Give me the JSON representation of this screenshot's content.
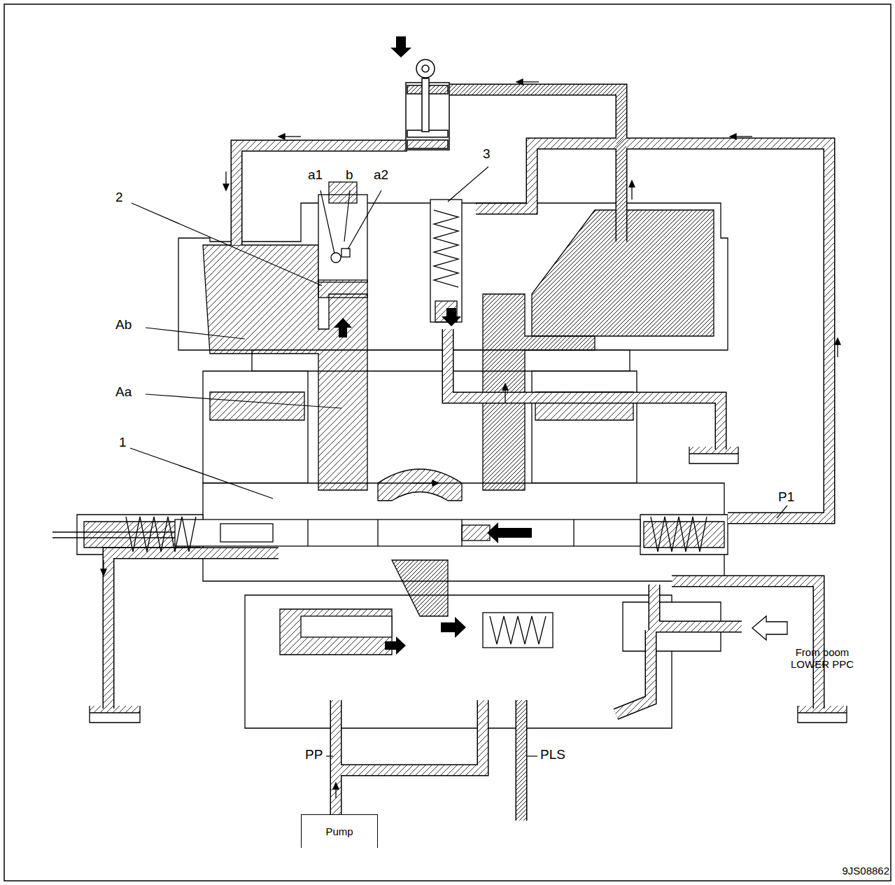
{
  "diagram": {
    "nodes": [
      {
        "text": [
          "Pump"
        ]
      }
    ],
    "labels": [
      "a1",
      "b",
      "a2",
      "3",
      "2",
      "Ab",
      "Aa",
      "1",
      "P1",
      "From boom LOWER PPC",
      "PP",
      "PLS",
      "9JS08862"
    ]
  }
}
